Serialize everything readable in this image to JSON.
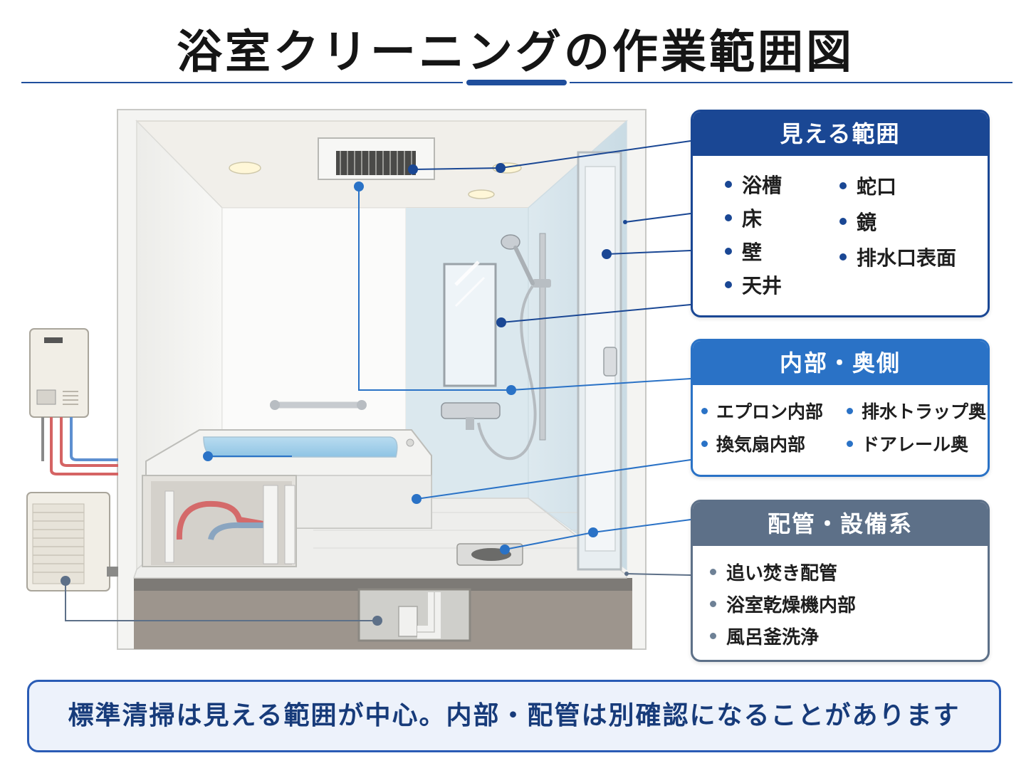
{
  "title": "浴室クリーニングの作業範囲図",
  "colors": {
    "visible": "#1a4794",
    "internal": "#2a72c6",
    "piping": "#5d7088",
    "note_border": "#2a5cb5"
  },
  "panels": {
    "visible": {
      "heading": "見える範囲",
      "items": [
        "浴槽",
        "床",
        "壁",
        "天井",
        "蛇口",
        "鏡",
        "排水口表面"
      ]
    },
    "internal": {
      "heading": "内部・奥側",
      "items": [
        "エプロン内部",
        "換気扇内部",
        "排水トラップ奥",
        "ドアレール奥"
      ]
    },
    "piping": {
      "heading": "配管・設備系",
      "items": [
        "追い焚き配管",
        "浴室乾燥機内部",
        "風呂釜洗浄"
      ]
    }
  },
  "illustration": {
    "icons": [
      "ventilation-fan-icon",
      "ceiling-light-icon",
      "shower-head-icon",
      "mirror-icon",
      "faucet-icon",
      "grab-bar-icon",
      "bathtub-icon",
      "floor-drain-icon",
      "door-icon",
      "water-heater-icon",
      "outdoor-boiler-icon",
      "drain-pipe-icon"
    ]
  },
  "note": "標準清掃は見える範囲が中心。内部・配管は別確認になることがあります"
}
